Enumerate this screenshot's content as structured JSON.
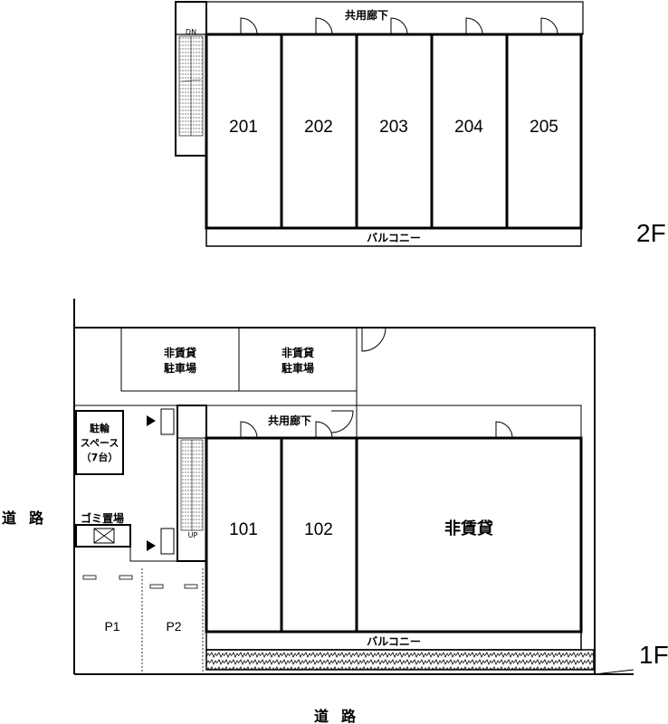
{
  "floor2": {
    "label": "2F",
    "corridor": "共用廊下",
    "balcony": "バルコニー",
    "stair_dn": "DN",
    "rooms": [
      "201",
      "202",
      "203",
      "204",
      "205"
    ]
  },
  "floor1": {
    "label": "1F",
    "corridor": "共用廊下",
    "balcony": "バルコニー",
    "stair_up": "UP",
    "rooms": [
      "101",
      "102"
    ],
    "non_rental_unit": "非賃貸",
    "non_rental_parking_1": [
      "非賃貸",
      "駐車場"
    ],
    "non_rental_parking_2": [
      "非賃貸",
      "駐車場"
    ],
    "bicycle": [
      "駐輪",
      "スペース",
      "（7台）"
    ],
    "garbage": "ゴミ置場",
    "parking": [
      "P1",
      "P2"
    ]
  },
  "roads": {
    "left": "道路",
    "bottom": "道路"
  }
}
